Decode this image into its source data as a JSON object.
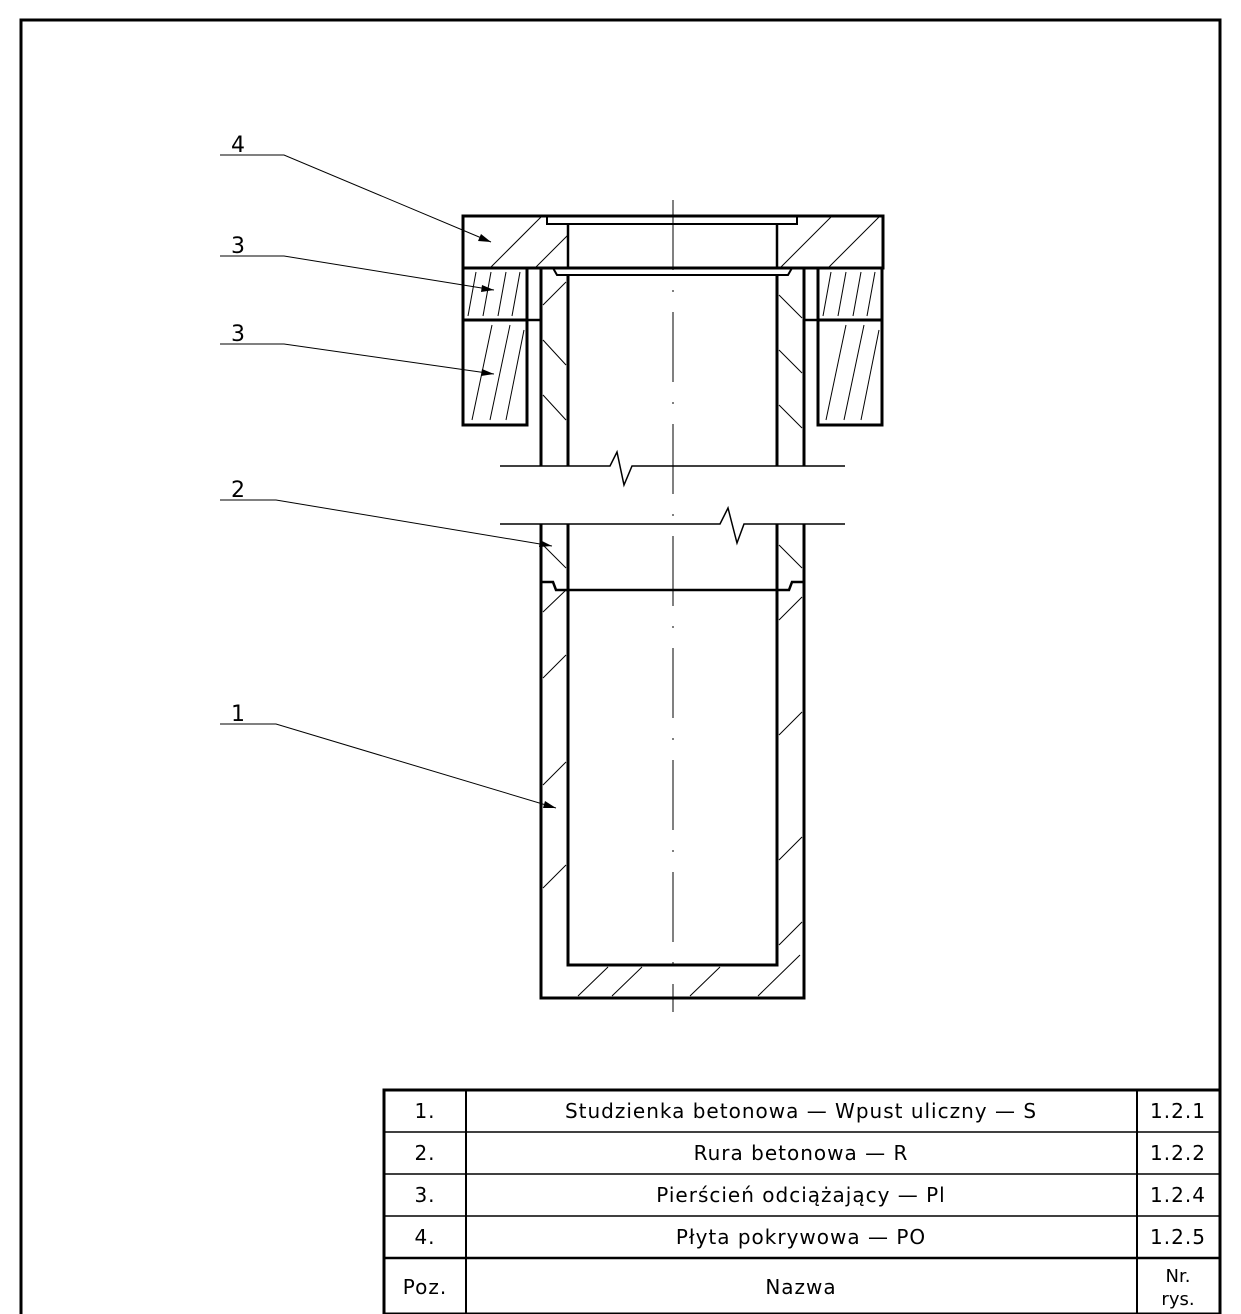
{
  "labels": {
    "l4": "4",
    "l3a": "3",
    "l3b": "3",
    "l2": "2",
    "l1": "1"
  },
  "table": {
    "rows": [
      {
        "poz": "1.",
        "nazwa": "Studzienka betonowa — Wpust uliczny — S",
        "nr": "1.2.1"
      },
      {
        "poz": "2.",
        "nazwa": "Rura betonowa — R",
        "nr": "1.2.2"
      },
      {
        "poz": "3.",
        "nazwa": "Pierścień odciążający — Pl",
        "nr": "1.2.4"
      },
      {
        "poz": "4.",
        "nazwa": "Płyta pokrywowa — PO",
        "nr": "1.2.5"
      }
    ],
    "header": {
      "poz": "Poz.",
      "nazwa": "Nazwa",
      "nr_line1": "Nr.",
      "nr_line2": "rys."
    }
  }
}
